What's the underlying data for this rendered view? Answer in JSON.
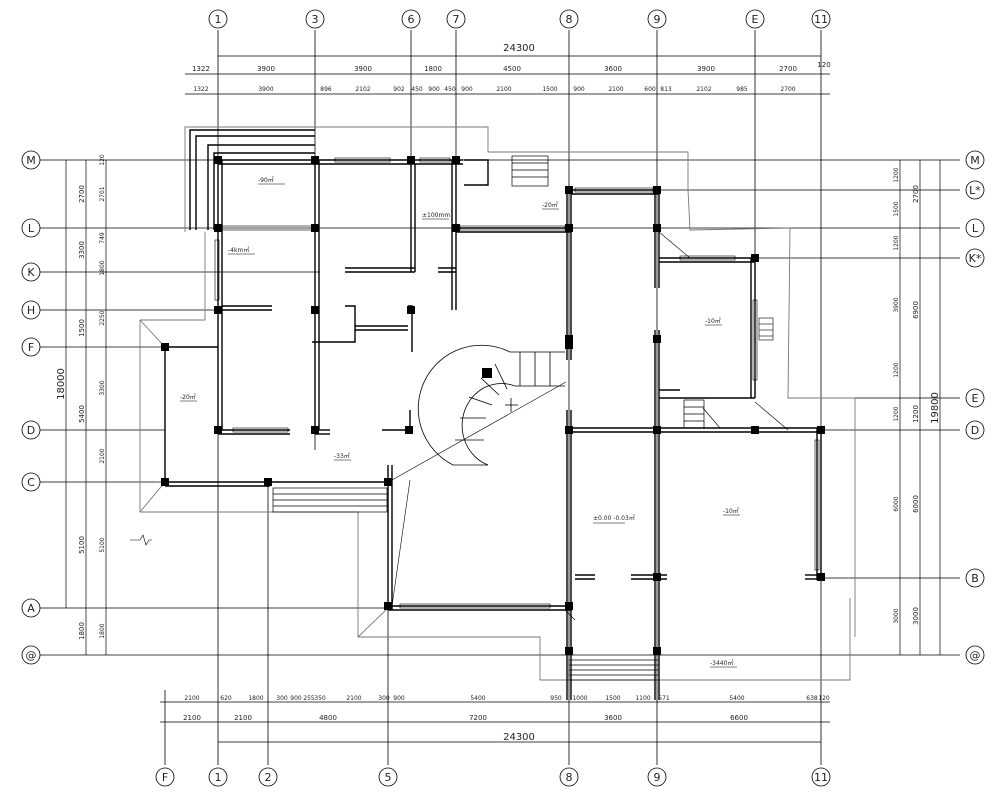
{
  "title": "",
  "column_axes": [
    {
      "label": "1"
    },
    {
      "label": "3"
    },
    {
      "label": "6"
    },
    {
      "label": "7"
    },
    {
      "label": "8"
    },
    {
      "label": "9"
    },
    {
      "label": "E"
    },
    {
      "label": "11"
    }
  ],
  "row_axes_left": [
    {
      "label": "M"
    },
    {
      "label": "L"
    },
    {
      "label": "K"
    },
    {
      "label": "H"
    },
    {
      "label": "F"
    },
    {
      "label": "D"
    },
    {
      "label": "C"
    },
    {
      "label": "A"
    },
    {
      "label": "@"
    }
  ],
  "row_axes_right": [
    {
      "label": "M"
    },
    {
      "label": "L*"
    },
    {
      "label": "L"
    },
    {
      "label": "K*"
    },
    {
      "label": "E"
    },
    {
      "label": "D"
    },
    {
      "label": "B"
    },
    {
      "label": "@"
    }
  ],
  "bottom_axes": [
    {
      "label": "F"
    },
    {
      "label": "1"
    },
    {
      "label": "2"
    },
    {
      "label": "5"
    },
    {
      "label": "8"
    },
    {
      "label": "9"
    },
    {
      "label": "11"
    }
  ],
  "top_total": "24300",
  "bottom_total": "24300",
  "top_dims_1": [
    "1322",
    "3900",
    "3900",
    "1800",
    "4500",
    "3600",
    "3900",
    "2700",
    "120"
  ],
  "top_dims_2": [
    "1322",
    "3900",
    "896",
    "2102",
    "902",
    "450",
    "900",
    "450",
    "900",
    "2100",
    "1500",
    "900",
    "2100",
    "600",
    "813",
    "2102",
    "985",
    "2700"
  ],
  "bottom_dims_1": [
    "2100",
    "620",
    "1800",
    "300",
    "900",
    "255",
    "350",
    "2100",
    "300",
    "900",
    "5400",
    "950",
    "1000",
    "1500",
    "1100",
    "571",
    "5400",
    "638",
    "120"
  ],
  "bottom_dims_2": [
    "2100",
    "2100",
    "4800",
    "7200",
    "3600",
    "6600"
  ],
  "left_total": "18000",
  "left_dims_1": [
    "2700",
    "3300",
    "1500",
    "5400",
    "5100",
    "1800"
  ],
  "left_dims_2": [
    "120",
    "2701",
    "749",
    "1800",
    "2250",
    "3300",
    "2100",
    "5100",
    "1800"
  ],
  "right_total": "19800",
  "right_dims_1": [
    "2700",
    "6900",
    "1200",
    "6000",
    "3000"
  ],
  "right_dims_2": [
    "1200",
    "1500",
    "1200",
    "3900",
    "1200",
    "1200",
    "6000",
    "3000"
  ],
  "room_labels": [
    "-90㎡",
    "-4km㎡",
    "±100mm",
    "-20㎡",
    "-20㎡",
    "-33㎡",
    "-10㎡",
    "±0.00 -0.03㎡",
    "-10㎡",
    "-3440㎡"
  ]
}
